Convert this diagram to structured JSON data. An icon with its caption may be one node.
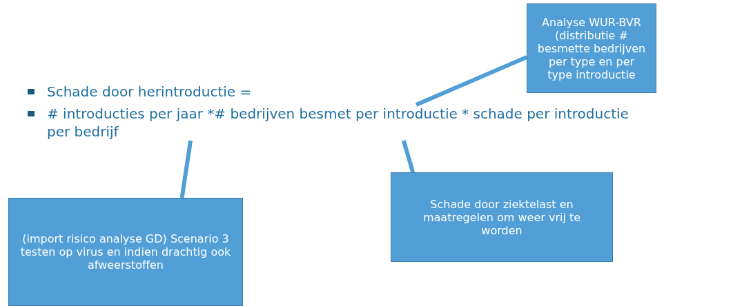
{
  "diagram": {
    "nodes": [
      {
        "text": [
          "Schade door herintroductie ="
        ]
      },
      {
        "text": [
          "# introducties per jaar *# bedrijven besmet per introductie * schade per introductie per bedrijf"
        ]
      },
      {
        "text": [
          "Analyse WUR-BVR (distributie # besmette bedrijven per type en per type introductie"
        ]
      },
      {
        "text": [
          "(import risico analyse GD) Scenario 3 testen op virus en indien drachtig ook afweerstoffen"
        ]
      },
      {
        "text": [
          "Schade door ziektelast en maatregelen om weer vrij te worden"
        ]
      }
    ],
    "edges": [
      {
        "from": 2,
        "to": 1,
        "arrow": "none"
      },
      {
        "from": 3,
        "to": 1,
        "arrow": "none"
      },
      {
        "from": 4,
        "to": 1,
        "arrow": "none"
      }
    ]
  }
}
